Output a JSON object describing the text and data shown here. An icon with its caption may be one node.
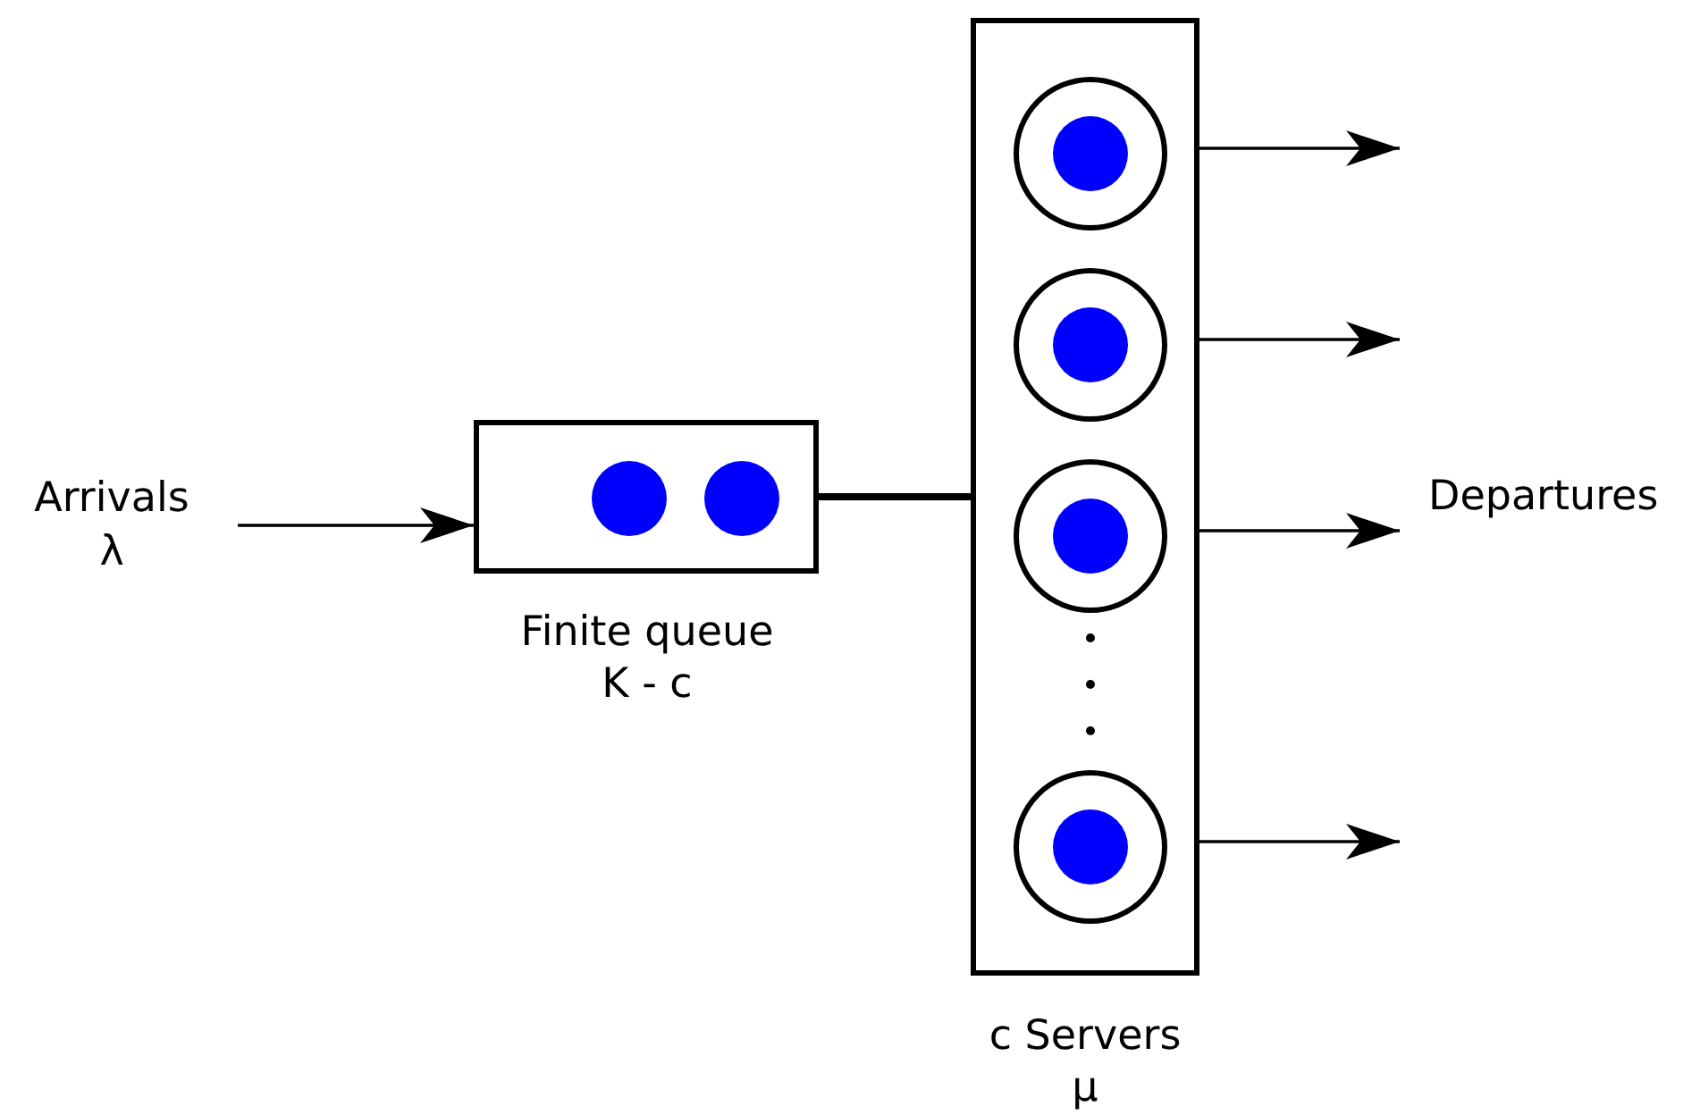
{
  "diagram": {
    "nodes": [
      {
        "text": [
          "Arrivals λ"
        ]
      },
      {
        "text": [],
        "shape": "box",
        "beside": [
          "Finite queue K - c"
        ]
      },
      {
        "text": [],
        "shape": "box",
        "beside": [
          "c Servers μ"
        ]
      },
      {
        "text": [],
        "shape": "circle",
        "in": 2
      },
      {
        "text": [],
        "shape": "circle",
        "in": 2
      },
      {
        "text": [],
        "shape": "circle",
        "in": 2
      },
      {
        "text": [],
        "shape": "circle",
        "in": 2
      }
    ],
    "edges": [
      {
        "from": 0,
        "to": 1,
        "arrow": "to"
      },
      {
        "from": 1,
        "to": 2,
        "arrow": "none",
        "style": "thick"
      },
      {
        "from": 3,
        "to": null,
        "arrow": "to"
      },
      {
        "from": 4,
        "to": null,
        "arrow": "to"
      },
      {
        "from": 5,
        "to": null,
        "arrow": "to"
      },
      {
        "from": 6,
        "to": null,
        "arrow": "to"
      }
    ],
    "labels": [
      "Departures"
    ]
  }
}
